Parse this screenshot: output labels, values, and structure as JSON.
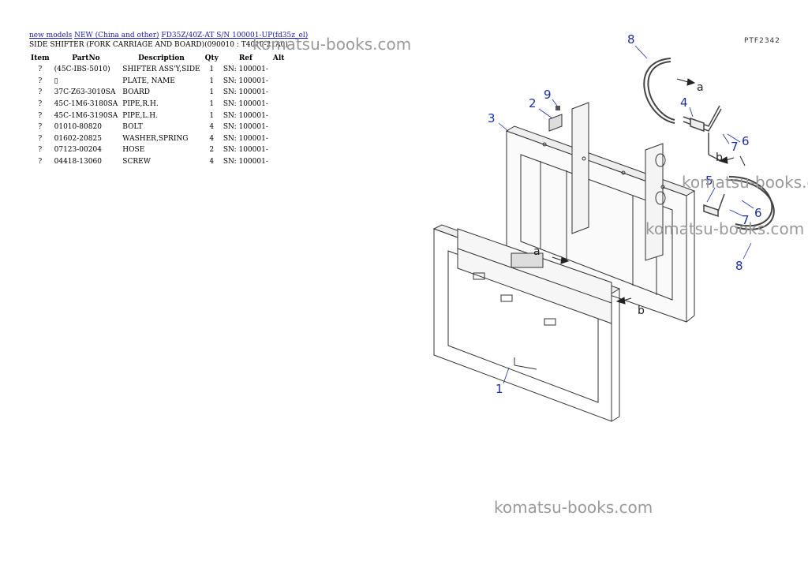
{
  "breadcrumb": {
    "items": [
      "new models",
      "NEW (China and other)",
      "FD35Z/40Z-AT S/N 100001-UP(fd35z_el)"
    ]
  },
  "subtitle": "SIDE SHIFTER (FORK CARRIAGE AND BOARD)(090010 : T4010-21A0)",
  "table": {
    "headers": [
      "Item",
      "PartNo",
      "Description",
      "Qty",
      "Ref",
      "Alt"
    ],
    "rows": [
      {
        "item": "?",
        "partno": "(45C-IBS-5010)",
        "desc": "SHIFTER ASS'Y,SIDE",
        "qty": "1",
        "ref": "SN: 100001-",
        "alt": ""
      },
      {
        "item": "?",
        "partno": "▯",
        "desc": "PLATE, NAME",
        "qty": "1",
        "ref": "SN: 100001-",
        "alt": ""
      },
      {
        "item": "?",
        "partno": "37C-Z63-3010SA",
        "desc": "BOARD",
        "qty": "1",
        "ref": "SN: 100001-",
        "alt": ""
      },
      {
        "item": "?",
        "partno": "45C-1M6-3180SA",
        "desc": "PIPE,R.H.",
        "qty": "1",
        "ref": "SN: 100001-",
        "alt": ""
      },
      {
        "item": "?",
        "partno": "45C-1M6-3190SA",
        "desc": "PIPE,L.H.",
        "qty": "1",
        "ref": "SN: 100001-",
        "alt": ""
      },
      {
        "item": "?",
        "partno": "01010-80820",
        "desc": "BOLT",
        "qty": "4",
        "ref": "SN: 100001-",
        "alt": ""
      },
      {
        "item": "?",
        "partno": "01602-20825",
        "desc": "WASHER,SPRING",
        "qty": "4",
        "ref": "SN: 100001-",
        "alt": ""
      },
      {
        "item": "?",
        "partno": "07123-00204",
        "desc": "HOSE",
        "qty": "2",
        "ref": "SN: 100001-",
        "alt": ""
      },
      {
        "item": "?",
        "partno": "04418-13060",
        "desc": "SCREW",
        "qty": "4",
        "ref": "SN: 100001-",
        "alt": ""
      }
    ]
  },
  "watermark": "komatsu-books.com",
  "diagram": {
    "ref_code": "PTF2342",
    "callouts": [
      "8",
      "2",
      "9",
      "3",
      "4",
      "7",
      "6",
      "5",
      "6",
      "7",
      "8",
      "1"
    ],
    "letters": [
      "a",
      "b",
      "a",
      "b"
    ]
  }
}
